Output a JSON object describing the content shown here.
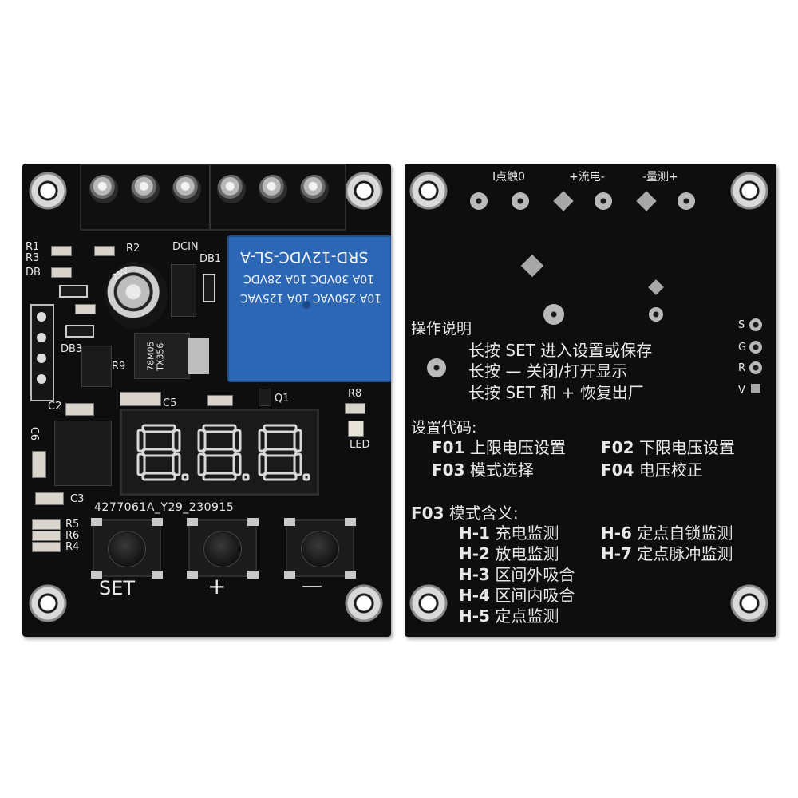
{
  "front": {
    "relay": {
      "model": "SRD-12VDC-SL-A",
      "rating1": "10A 250VAC  10A 125VAC",
      "rating2": "10A 30VDC  10A 28VDC"
    },
    "labels": {
      "r1": "R1",
      "r3": "R3",
      "db": "DB",
      "r2": "R2",
      "dcin": "DCIN",
      "db1": "DB1",
      "db3": "DB3",
      "r9": "R9",
      "regulator": "78M05\nTX356",
      "c5": "C5",
      "q1": "Q1",
      "r8": "R8",
      "led": "LED",
      "c2": "C2",
      "c6": "C6",
      "c3": "C3",
      "r5": "R5",
      "r6": "R6",
      "r4": "R4",
      "cap_text": "25V",
      "board_id": "4277061A_Y29_230915"
    },
    "display_digits": "8.8.8.",
    "buttons": [
      {
        "label": "SET"
      },
      {
        "label": "+"
      },
      {
        "label": "—"
      }
    ]
  },
  "back": {
    "top_labels": {
      "out": "I点触0",
      "current": "+流电-",
      "measure": "-量测+"
    },
    "header_pins": [
      "S",
      "G",
      "R",
      "V"
    ],
    "operation": {
      "title": "操作说明",
      "lines": [
        "长按 SET 进入设置或保存",
        "长按 — 关闭/打开显示",
        "长按 SET 和 +  恢复出厂"
      ]
    },
    "settings": {
      "title": "设置代码:",
      "items": [
        {
          "code": "F01",
          "desc": "上限电压设置"
        },
        {
          "code": "F02",
          "desc": "下限电压设置"
        },
        {
          "code": "F03",
          "desc": "模式选择"
        },
        {
          "code": "F04",
          "desc": "电压校正"
        }
      ]
    },
    "modes": {
      "title_code": "F03",
      "title_desc": "模式含义:",
      "left": [
        {
          "code": "H-1",
          "desc": "充电监测"
        },
        {
          "code": "H-2",
          "desc": "放电监测"
        },
        {
          "code": "H-3",
          "desc": "区间外吸合"
        },
        {
          "code": "H-4",
          "desc": "区间内吸合"
        },
        {
          "code": "H-5",
          "desc": "定点监测"
        }
      ],
      "right": [
        {
          "code": "H-6",
          "desc": "定点自锁监测"
        },
        {
          "code": "H-7",
          "desc": "定点脉冲监测"
        }
      ]
    }
  }
}
